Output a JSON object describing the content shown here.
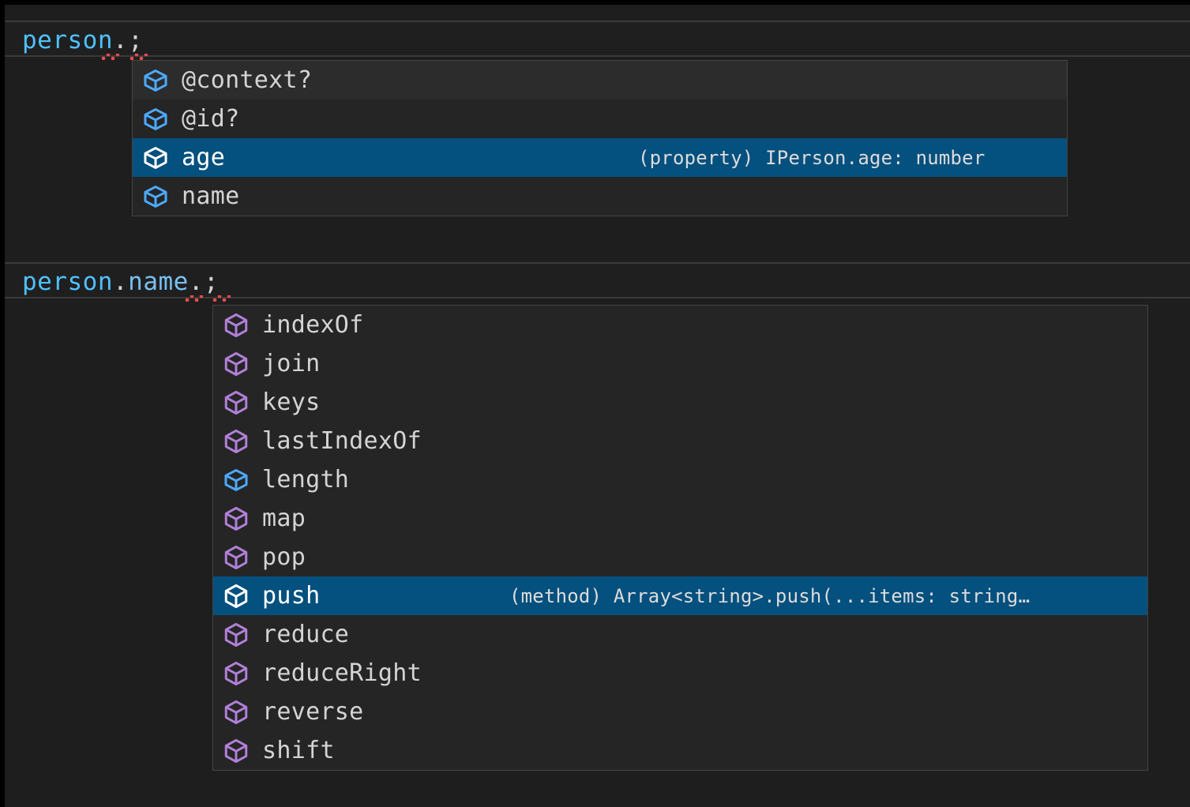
{
  "editor": {
    "background_color": "#1e1e1e",
    "lines": [
      {
        "id": "line-1",
        "segments": [
          {
            "text": "person",
            "kind": "variable"
          },
          {
            "text": ".",
            "kind": "punctuation"
          },
          {
            "text": ";",
            "kind": "punctuation"
          }
        ],
        "full_text": "person.;",
        "has_error_squiggle": true
      },
      {
        "id": "line-2",
        "segments": [
          {
            "text": "person",
            "kind": "variable"
          },
          {
            "text": ".",
            "kind": "punctuation"
          },
          {
            "text": "name",
            "kind": "property"
          },
          {
            "text": ".",
            "kind": "punctuation"
          },
          {
            "text": ";",
            "kind": "punctuation"
          }
        ],
        "full_text": "person.name.;",
        "has_error_squiggle": true
      }
    ]
  },
  "colors": {
    "selection_blue": "#04507e",
    "property_icon": "#4daafc",
    "method_icon": "#b180d7",
    "focused_icon": "#ffffff",
    "variable_token": "#4fc1ff",
    "property_token": "#79c0f2",
    "punct_token": "#d4d4d4",
    "error_squiggle": "#f14c4c",
    "popup_background": "#252526",
    "popup_border": "#454545",
    "hover_row": "#2c2c2d"
  },
  "suggest_widgets": [
    {
      "id": "suggest-widget-person",
      "for_expression": "person.",
      "items": [
        {
          "label": "@context?",
          "icon": "property-cube-icon",
          "icon_kind": "property",
          "state": "hovered",
          "detail": ""
        },
        {
          "label": "@id?",
          "icon": "property-cube-icon",
          "icon_kind": "property",
          "state": "normal",
          "detail": ""
        },
        {
          "label": "age",
          "icon": "property-cube-icon",
          "icon_kind": "property",
          "state": "focused",
          "detail": "(property) IPerson.age: number"
        },
        {
          "label": "name",
          "icon": "property-cube-icon",
          "icon_kind": "property",
          "state": "normal",
          "detail": ""
        }
      ]
    },
    {
      "id": "suggest-widget-person-name",
      "for_expression": "person.name.",
      "items": [
        {
          "label": "indexOf",
          "icon": "method-cube-icon",
          "icon_kind": "method",
          "state": "normal",
          "detail": ""
        },
        {
          "label": "join",
          "icon": "method-cube-icon",
          "icon_kind": "method",
          "state": "normal",
          "detail": ""
        },
        {
          "label": "keys",
          "icon": "method-cube-icon",
          "icon_kind": "method",
          "state": "normal",
          "detail": ""
        },
        {
          "label": "lastIndexOf",
          "icon": "method-cube-icon",
          "icon_kind": "method",
          "state": "normal",
          "detail": ""
        },
        {
          "label": "length",
          "icon": "property-cube-icon",
          "icon_kind": "property",
          "state": "normal",
          "detail": ""
        },
        {
          "label": "map",
          "icon": "method-cube-icon",
          "icon_kind": "method",
          "state": "normal",
          "detail": ""
        },
        {
          "label": "pop",
          "icon": "method-cube-icon",
          "icon_kind": "method",
          "state": "normal",
          "detail": ""
        },
        {
          "label": "push",
          "icon": "method-cube-icon",
          "icon_kind": "method",
          "state": "focused",
          "detail": "(method) Array<string>.push(...items: string…"
        },
        {
          "label": "reduce",
          "icon": "method-cube-icon",
          "icon_kind": "method",
          "state": "normal",
          "detail": ""
        },
        {
          "label": "reduceRight",
          "icon": "method-cube-icon",
          "icon_kind": "method",
          "state": "normal",
          "detail": ""
        },
        {
          "label": "reverse",
          "icon": "method-cube-icon",
          "icon_kind": "method",
          "state": "normal",
          "detail": ""
        },
        {
          "label": "shift",
          "icon": "method-cube-icon",
          "icon_kind": "method",
          "state": "normal",
          "detail": ""
        }
      ]
    }
  ]
}
